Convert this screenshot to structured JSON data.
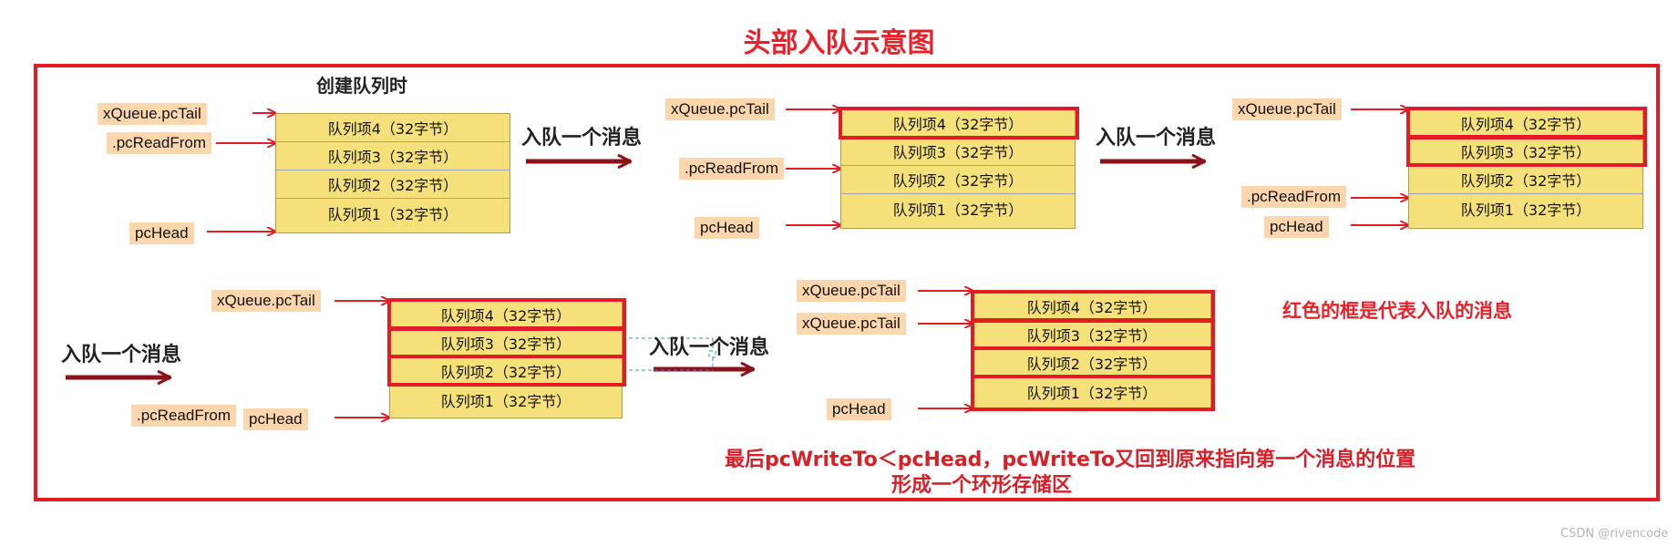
{
  "title": "头部入队示意图",
  "create_label": "创建队列时",
  "enqueue_label": "入队一个消息",
  "item_labels": [
    "队列项4（32字节）",
    "队列项3（32字节）",
    "队列项2（32字节）",
    "队列项1（32字节）"
  ],
  "pointers": {
    "tail": "xQueue.pcTail",
    "read_from": ".pcReadFrom",
    "head": "pcHead"
  },
  "legend_note": "红色的框是代表入队的消息",
  "bottom_text": {
    "line1": "最后pcWriteTo＜pcHead，pcWriteTo又回到原来指向第一个消息的位置",
    "line2": "形成一个环形存储区"
  },
  "credit": "CSDN @rivencode",
  "colors": {
    "highlight": "#e11c24",
    "arrow": "#8b1219",
    "queue_fill": "#f5e079",
    "pointer_fill": "#fcd7ad",
    "title": "#e8202a"
  },
  "steps": [
    {
      "name": "step-create",
      "highlighted_items": []
    },
    {
      "name": "step-1",
      "highlighted_items": [
        "队列项4（32字节）"
      ]
    },
    {
      "name": "step-2",
      "highlighted_items": [
        "队列项4（32字节）",
        "队列项3（32字节）"
      ]
    },
    {
      "name": "step-3",
      "highlighted_items": [
        "队列项4（32字节）",
        "队列项3（32字节）",
        "队列项2（32字节）"
      ]
    },
    {
      "name": "step-4",
      "highlighted_items": [
        "队列项4（32字节）",
        "队列项3（32字节）",
        "队列项2（32字节）",
        "队列项1（32字节）"
      ]
    }
  ]
}
